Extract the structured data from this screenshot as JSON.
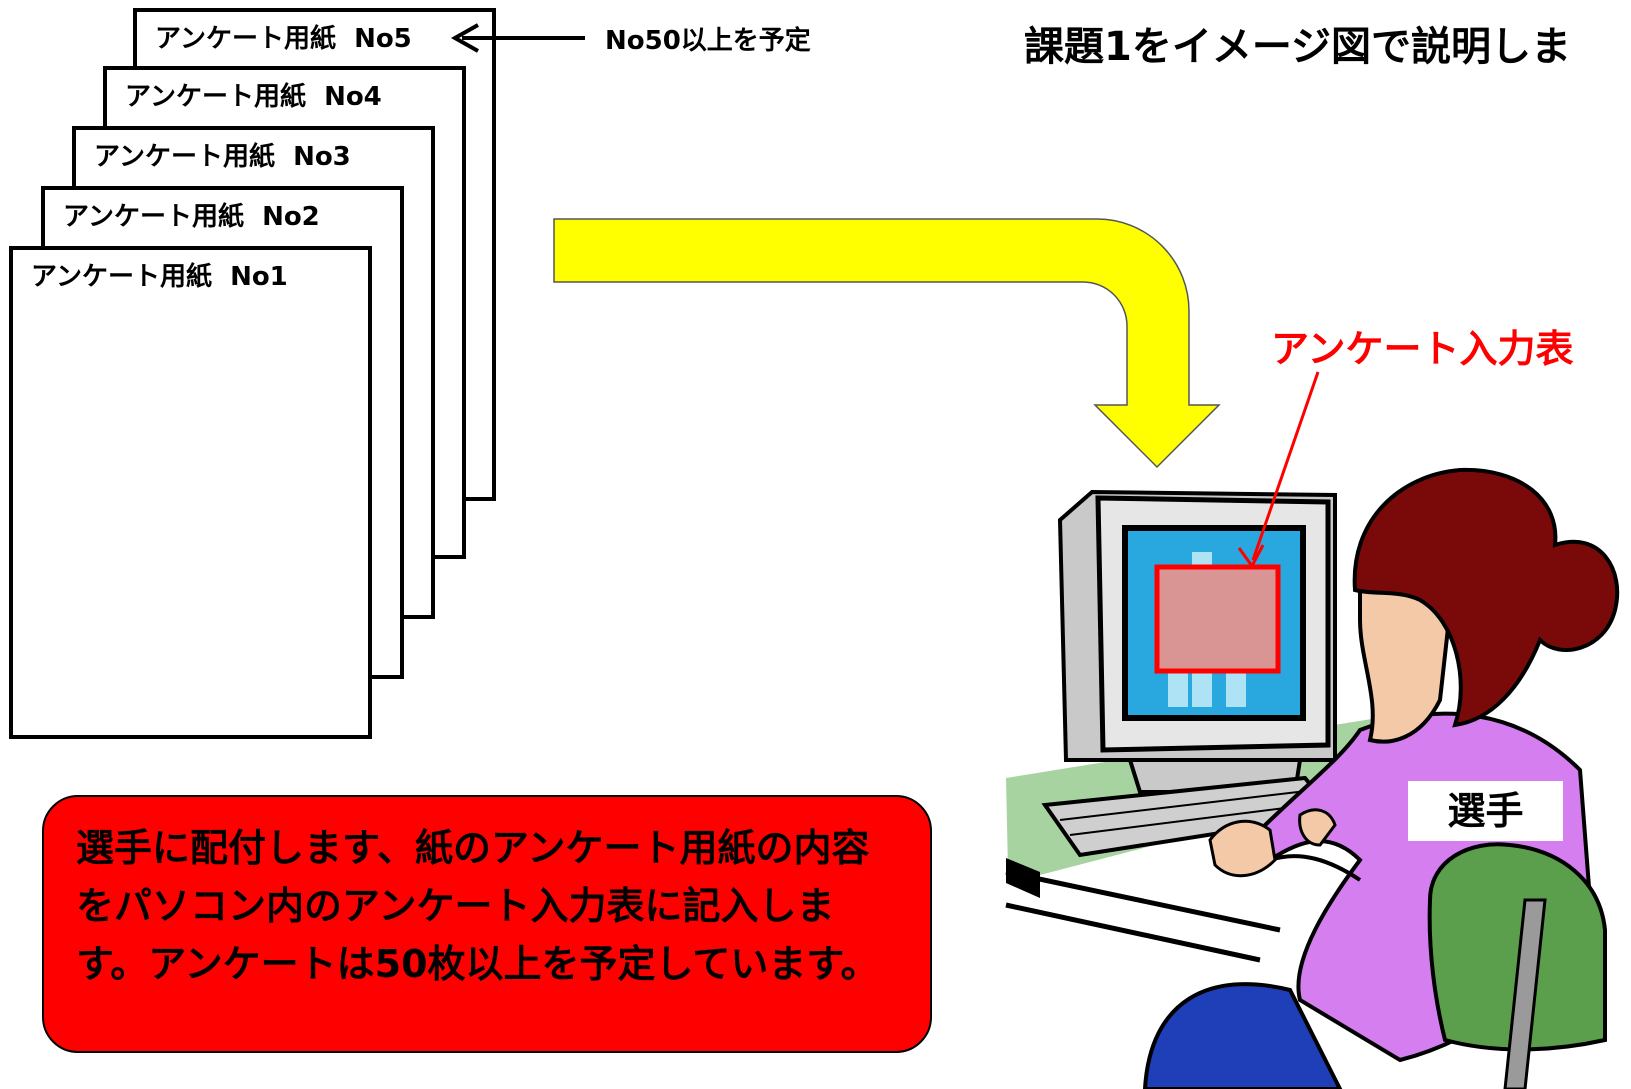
{
  "title": "課題1をイメージ図で説明しま",
  "sheets": [
    {
      "label": "アンケート用紙  No5"
    },
    {
      "label": "アンケート用紙  No4"
    },
    {
      "label": "アンケート用紙  No3"
    },
    {
      "label": "アンケート用紙  No2"
    },
    {
      "label": "アンケート用紙  No1"
    }
  ],
  "note": "No50以上を予定",
  "screen_label": "アンケート入力表",
  "person_badge": "選手",
  "description": "選手に配付します、紙のアンケート用紙の内容をパソコン内のアンケート入力表に記入します。アンケートは50枚以上を予定しています。",
  "colors": {
    "arrow_fill": "#ffff00",
    "callout_red": "#ff0000",
    "desc_box": "#ff0000",
    "screen_blue": "#29a8e0",
    "screen_form": "#d99594",
    "desk": "#a7d3a0",
    "shirt": "#d47ef0",
    "hair": "#7a0a0a",
    "skin": "#f4c9a8",
    "chair": "#5b9e4b",
    "pants": "#1f3fb8"
  },
  "icons": [
    "computer-monitor-icon",
    "keyboard-icon",
    "person-icon",
    "chair-icon",
    "curved-arrow-icon"
  ]
}
